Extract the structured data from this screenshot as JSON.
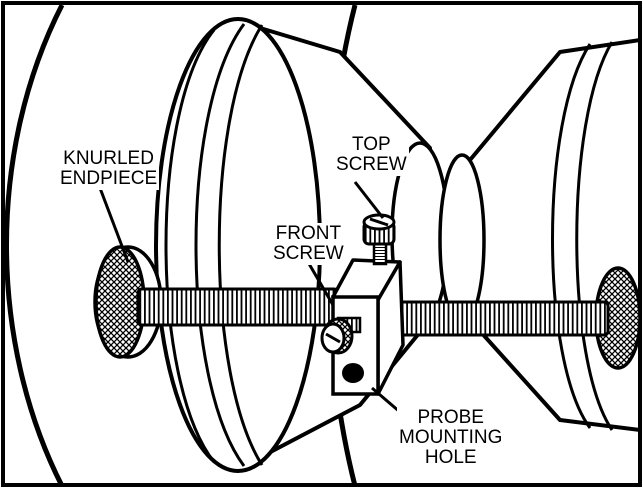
{
  "labels": {
    "knurled_endpiece": [
      "KNURLED",
      "ENDPIECE"
    ],
    "top_screw": [
      "TOP",
      "SCREW"
    ],
    "front_screw": [
      "FRONT",
      "SCREW"
    ],
    "probe_mounting_hole": [
      "PROBE",
      "MOUNTING",
      "HOLE"
    ]
  },
  "colors": {
    "ink": "#000000",
    "paper": "#ffffff"
  }
}
